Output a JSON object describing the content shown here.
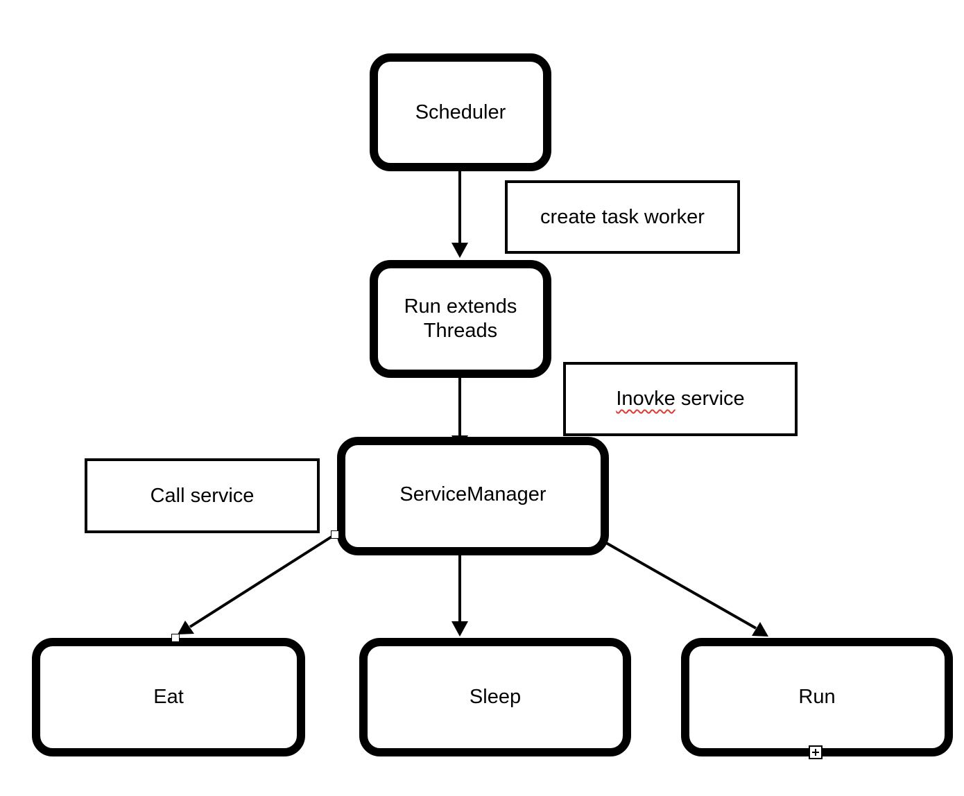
{
  "diagram": {
    "nodes": [
      {
        "id": "scheduler",
        "label": "Scheduler"
      },
      {
        "id": "run-thread",
        "label": "Run extends\nThreads"
      },
      {
        "id": "service-manager",
        "label": "ServiceManager"
      },
      {
        "id": "eat",
        "label": "Eat"
      },
      {
        "id": "sleep",
        "label": "Sleep"
      },
      {
        "id": "run",
        "label": "Run"
      }
    ],
    "notes": [
      {
        "id": "create-task-worker",
        "label": "create task worker"
      },
      {
        "id": "invoke-service",
        "word1": "Inovke",
        "word2": " service"
      },
      {
        "id": "call-service",
        "label": "Call service"
      }
    ],
    "edges": [
      {
        "from": "scheduler",
        "to": "run-thread"
      },
      {
        "from": "run-thread",
        "to": "service-manager"
      },
      {
        "from": "service-manager",
        "to": "eat"
      },
      {
        "from": "service-manager",
        "to": "sleep"
      },
      {
        "from": "service-manager",
        "to": "run"
      }
    ]
  },
  "colors": {
    "stroke": "#000000",
    "background": "#ffffff",
    "spellcheck_underline": "#e0382f"
  }
}
